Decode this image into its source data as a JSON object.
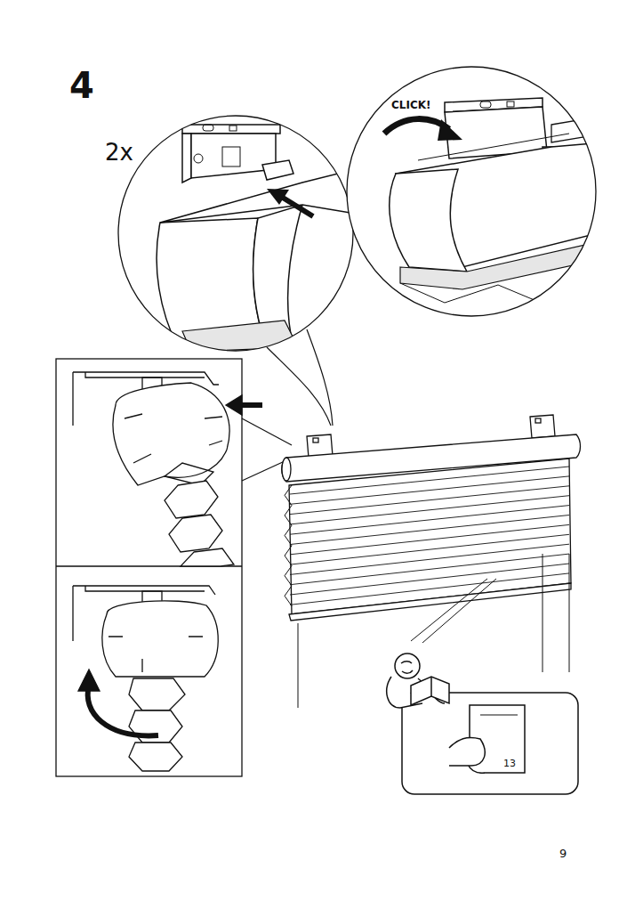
{
  "diagram": {
    "labels": [
      "4",
      "2x",
      "CLICK!",
      "13",
      "9"
    ]
  }
}
